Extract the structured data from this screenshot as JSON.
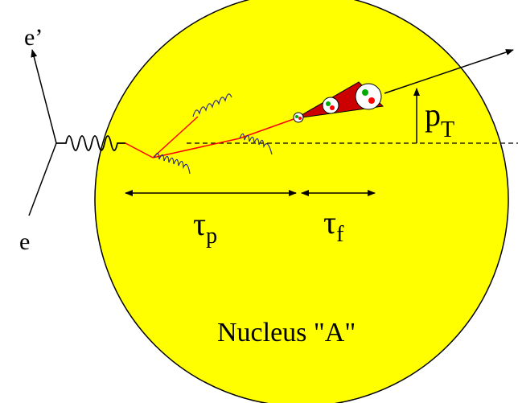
{
  "labels": {
    "e_out": "e’",
    "e_in": "e",
    "tau": "τ",
    "tau_p_sub": "p",
    "tau_f_sub": "f",
    "pt_main": "p",
    "pt_sub": "T",
    "nucleus": "Nucleus \"A\""
  },
  "colors": {
    "nucleus_fill": "#ffff00",
    "parton_line": "#ff0000",
    "gluon": "#2a2a80",
    "jet_cone": "#cc0000",
    "quark_red": "#ff0000",
    "quark_green": "#00aa00",
    "ink": "#000000"
  },
  "icons": {
    "photon": "wavy-photon-line",
    "gluon": "gluon-coil",
    "hadron": "color-charge-hadron-blob"
  }
}
